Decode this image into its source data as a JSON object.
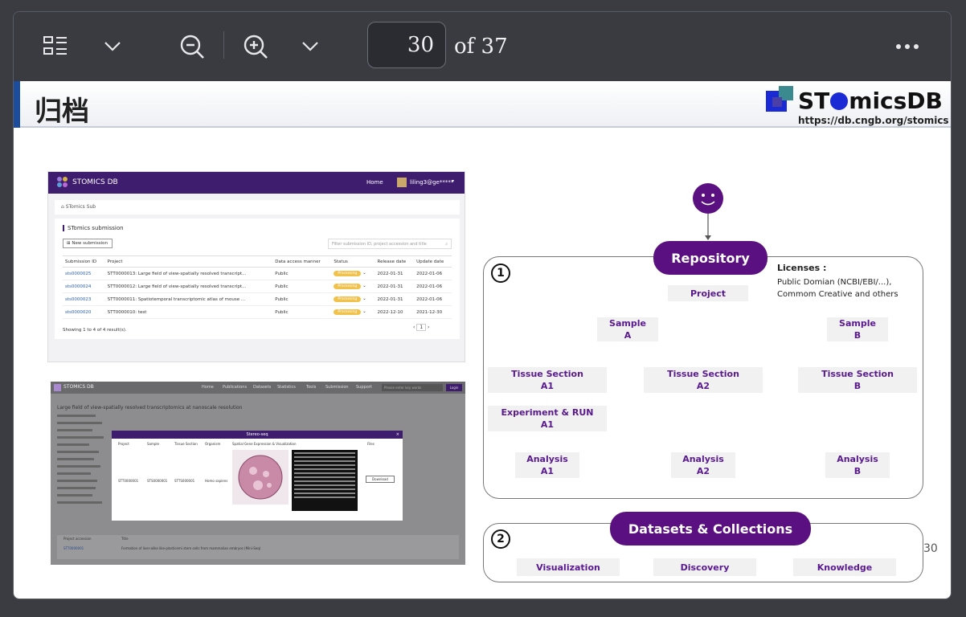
{
  "viewer": {
    "current_page": "30",
    "page_of": "of 37"
  },
  "slide": {
    "title": "归档",
    "logo_st": "ST",
    "logo_mics": "micsDB",
    "logo_url": "https://db.cngb.org/stomics",
    "page_number": "30"
  },
  "shot1": {
    "brand": "STOMICS DB",
    "nav_home": "Home",
    "user": "liling3@ge*****",
    "breadcrumb": "STomics Sub",
    "heading": "STomics submission",
    "new_button": "New submission",
    "filter_placeholder": "Filter submission ID, project accession and title",
    "columns": [
      "Submission ID",
      "Project",
      "Data access manner",
      "Status",
      "Release date",
      "Update date"
    ],
    "rows": [
      {
        "id": "sts0000025",
        "project": "STT0000013: Large field of view-spatially resolved transcript...",
        "access": "Public",
        "status": "Processing",
        "release": "2022-01-31",
        "update": "2022-01-06"
      },
      {
        "id": "sts0000024",
        "project": "STT0000012: Large field of view-spatially resolved transcript...",
        "access": "Public",
        "status": "Processing",
        "release": "2022-01-31",
        "update": "2022-01-06"
      },
      {
        "id": "sts0000023",
        "project": "STT0000011: Spatiotemporal transcriptomic atlas of mouse ...",
        "access": "Public",
        "status": "Processing",
        "release": "2022-01-31",
        "update": "2022-01-06"
      },
      {
        "id": "sts0000020",
        "project": "STT0000010: test",
        "access": "Public",
        "status": "Processing",
        "release": "2022-12-10",
        "update": "2021-12-30"
      }
    ],
    "footer": "Showing 1 to 4 of 4 result(s).",
    "pager_page": "1"
  },
  "shot2": {
    "brand": "STOMICS DB",
    "nav_items": [
      "Home",
      "Publications",
      "Datasets",
      "Statistics",
      "Tools",
      "Submission",
      "Support"
    ],
    "search_placeholder": "Please enter key words",
    "login": "Login",
    "page_title": "Large field of view-spatially resolved transcriptomics at nanoscale resolution",
    "modal_title": "Stereo-seq",
    "modal_columns": [
      "Project",
      "Sample",
      "Tissue Section",
      "Organism",
      "Spatial Gene Expression & Visualization",
      "Files"
    ],
    "modal_row": [
      "STT0000001",
      "STS0000001",
      "STTS000001",
      "Homo sapiens"
    ],
    "download": "Download",
    "table_head": [
      "Project accession",
      "Title"
    ],
    "table_row": [
      "STT0000001",
      "Formation of liver-alike like-plasticemi stem cells from mammalian embryos (Mini-Seq)"
    ]
  },
  "diagram": {
    "repository": "Repository",
    "licenses_title": "Licenses :",
    "licenses_line1": "Public Domian (NCBI/EBI/...),",
    "licenses_line2": "Commom Creative and others",
    "num1": "1",
    "num2": "2",
    "project": "Project",
    "sample_a_1": "Sample",
    "sample_a_2": "A",
    "sample_b_1": "Sample",
    "sample_b_2": "B",
    "ts_a1_1": "Tissue Section",
    "ts_a1_2": "A1",
    "ts_a2_1": "Tissue Section",
    "ts_a2_2": "A2",
    "ts_b_1": "Tissue Section",
    "ts_b_2": "B",
    "exp_1": "Experiment & RUN",
    "exp_2": "A1",
    "an_a1_1": "Analysis",
    "an_a1_2": "A1",
    "an_a2_1": "Analysis",
    "an_a2_2": "A2",
    "an_b_1": "Analysis",
    "an_b_2": "B",
    "datasets": "Datasets & Collections",
    "visualization": "Visualization",
    "discovery": "Discovery",
    "knowledge": "Knowledge"
  },
  "icons": {
    "thumbnails": "thumbnails-icon",
    "chevron": "chevron-down-icon",
    "zoom_out": "zoom-out-icon",
    "zoom_in": "zoom-in-icon",
    "more": "more-icon"
  }
}
